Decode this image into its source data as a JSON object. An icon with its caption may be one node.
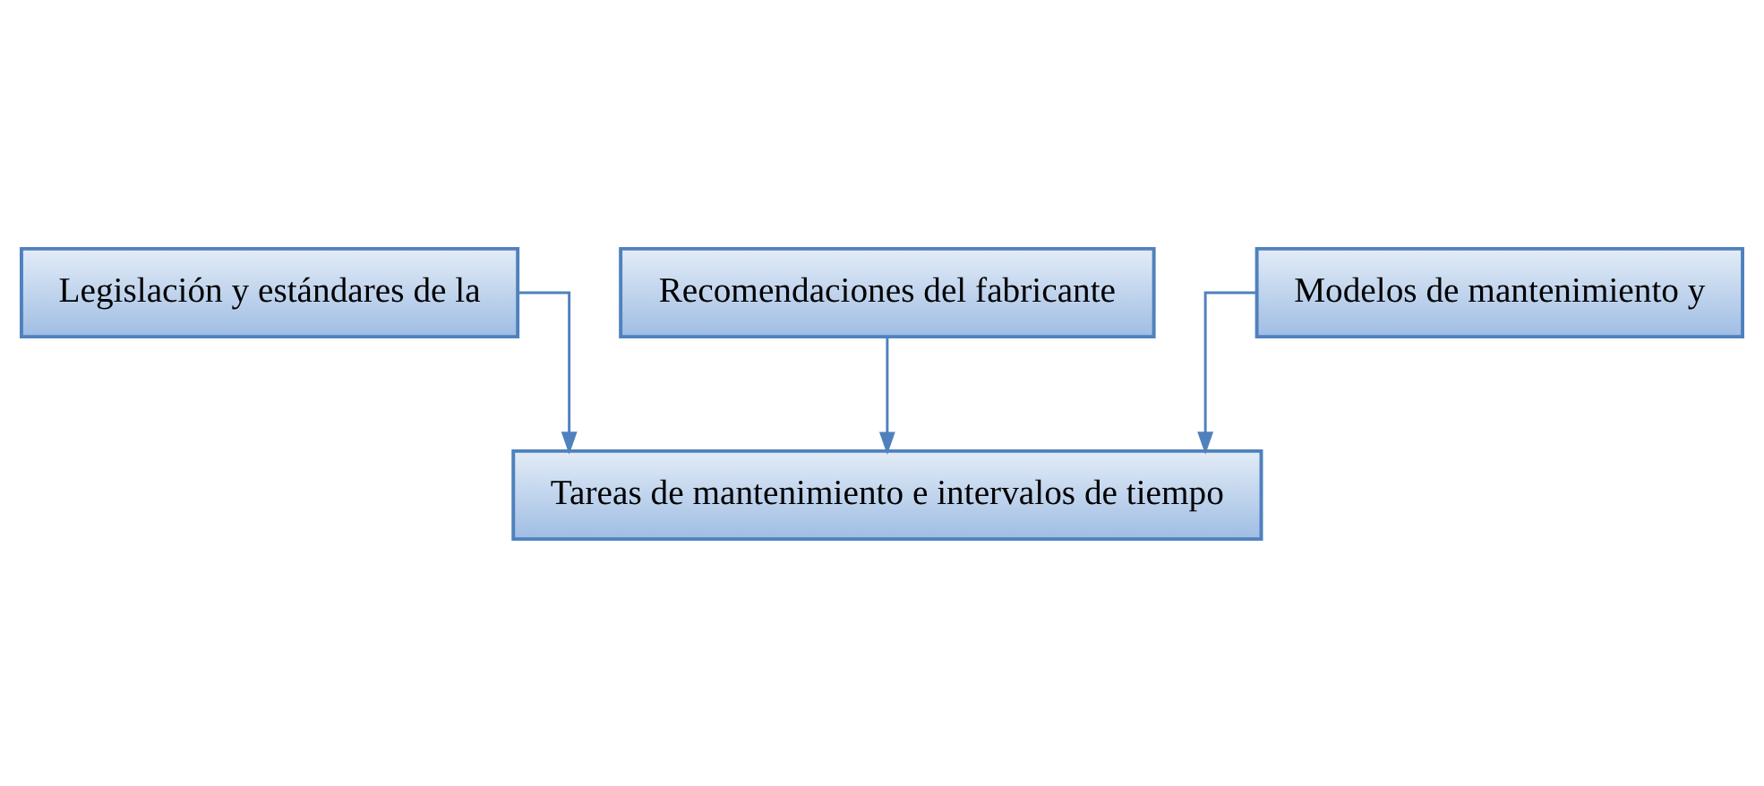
{
  "diagram": {
    "nodes": [
      {
        "text": [
          "Legislación y estándares de la"
        ]
      },
      {
        "text": [
          "Recomendaciones del fabricante"
        ]
      },
      {
        "text": [
          "Modelos de mantenimiento y"
        ]
      },
      {
        "text": [
          "Tareas de mantenimiento e intervalos de tiempo"
        ]
      }
    ],
    "edges": [
      {
        "from": 0,
        "to": 3,
        "arrow": "to"
      },
      {
        "from": 1,
        "to": 3,
        "arrow": "to"
      },
      {
        "from": 2,
        "to": 3,
        "arrow": "to"
      }
    ]
  }
}
